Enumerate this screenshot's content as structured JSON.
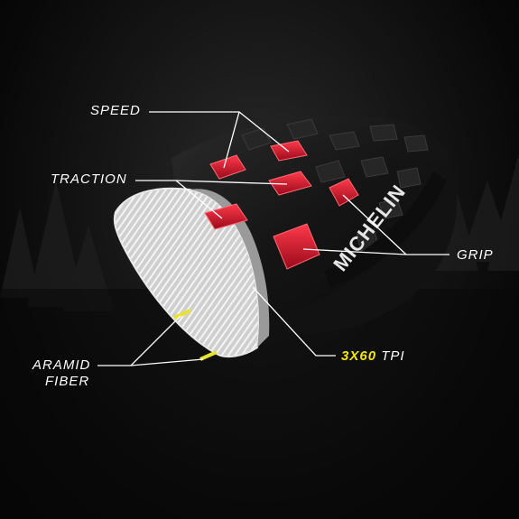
{
  "colors": {
    "background": "#0b0b0b",
    "tread_block": "#c8102e",
    "casing_stripe": "#e8e230",
    "sidewall": "#d8d8d8",
    "callout_line": "#ffffff"
  },
  "labels": {
    "speed": "SPEED",
    "traction": "TRACTION",
    "grip": "GRIP",
    "aramid_line1": "ARAMID",
    "aramid_line2": "FIBER",
    "tpi_number": "3X60",
    "tpi_unit": " TPI"
  },
  "brand_sidewall_text": "MICHELIN"
}
